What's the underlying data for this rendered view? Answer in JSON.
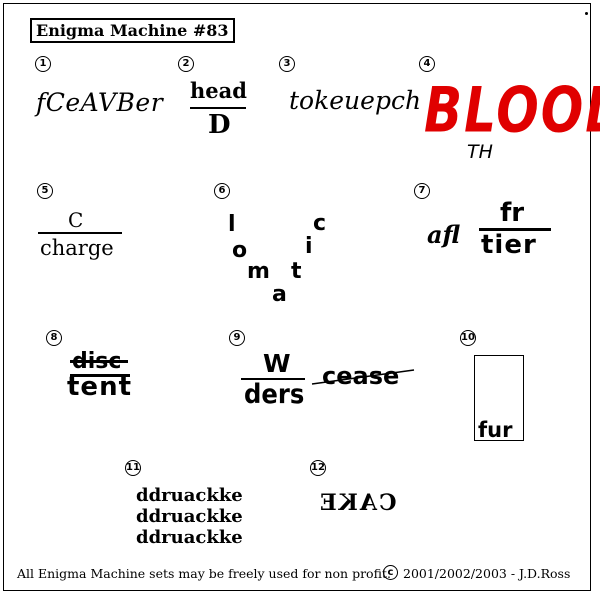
{
  "title": "Enigma Machine #83",
  "puzzles": [
    {
      "number": "1",
      "lines": [
        "fCeAVBer"
      ]
    },
    {
      "number": "2",
      "lines": [
        "head",
        "D"
      ]
    },
    {
      "number": "3",
      "lines": [
        "tokeuepch"
      ]
    },
    {
      "number": "4",
      "lines": [
        "BLOOD",
        "TH"
      ],
      "accent": "#e00000"
    },
    {
      "number": "5",
      "lines": [
        "C",
        "charge"
      ]
    },
    {
      "number": "6",
      "letters": [
        "l",
        "o",
        "m",
        "a",
        "t",
        "i",
        "c"
      ]
    },
    {
      "number": "7",
      "lines": [
        "afl",
        "fr",
        "tier"
      ]
    },
    {
      "number": "8",
      "lines": [
        "disc",
        "tent"
      ]
    },
    {
      "number": "9",
      "lines": [
        "W",
        "ders",
        "cease"
      ]
    },
    {
      "number": "10",
      "lines": [
        "fur"
      ]
    },
    {
      "number": "11",
      "lines": [
        "ddruackke",
        "ddruackke",
        "ddruackke"
      ]
    },
    {
      "number": "12",
      "lines": [
        "CAKE"
      ]
    }
  ],
  "footer": {
    "notice": "All Enigma Machine sets may be freely used for non profit.",
    "copyright_symbol": "c",
    "copyright": "2001/2002/2003 - J.D.Ross"
  }
}
